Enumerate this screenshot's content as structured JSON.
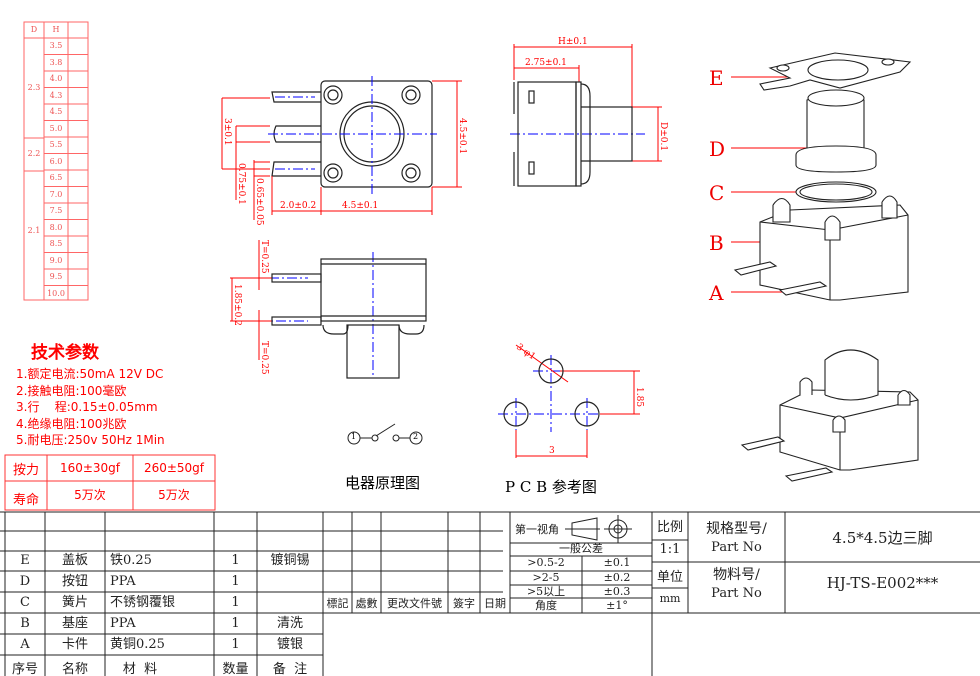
{
  "size_table": {
    "headers": [
      "D",
      "H"
    ],
    "groups": [
      {
        "d": "2.3",
        "h": [
          "3.5",
          "3.8",
          "4.0",
          "4.3",
          "4.5",
          "5.0"
        ]
      },
      {
        "d": "2.2",
        "h": [
          "5.5",
          "6.0"
        ]
      },
      {
        "d": "2.1",
        "h": [
          "6.5",
          "7.0",
          "7.5",
          "8.0",
          "8.5",
          "9.0",
          "9.5",
          "10.0"
        ]
      }
    ]
  },
  "dimensions": {
    "top_pitch": "3±0.1",
    "top_pin1": "0.75±0.1",
    "top_pin2": "0.65±0.05",
    "top_width": "4.5±0.1",
    "top_height": "4.5±0.1",
    "top_pin_len": "2.0±0.2",
    "side_H": "H±0.1",
    "side_275": "2.75±0.1",
    "side_D": "D±0.1",
    "front_t1": "T=0.25",
    "front_t2": "T=0.25",
    "front_pitch": "1.85±0.2",
    "pcb_hole": "3-φ1",
    "pcb_v": "1.85",
    "pcb_h": "3"
  },
  "labels": {
    "circuit": "电器原理图",
    "pcb": "P C B 参考图",
    "circuit_n1": "1",
    "circuit_n2": "2",
    "parts": [
      "E",
      "D",
      "C",
      "B",
      "A"
    ]
  },
  "tech": {
    "title": "技术参数",
    "items": [
      "1.额定电流:50mA 12V DC",
      "2.接触电阻:100毫欧",
      "3.行    程:0.15±0.05mm",
      "4.绝缘电阻:100兆欧",
      "5.耐电压:250v 50Hz 1Min"
    ]
  },
  "force_table": {
    "rows": [
      [
        "按力",
        "160±30gf",
        "260±50gf"
      ],
      [
        "寿命",
        "5万次",
        "5万次"
      ]
    ]
  },
  "bom": {
    "rows": [
      [
        "E",
        "盖板",
        "铁0.25",
        "1",
        "镀铜锡"
      ],
      [
        "D",
        "按钮",
        "PPA",
        "1",
        ""
      ],
      [
        "C",
        "簧片",
        "不锈钢覆银",
        "1",
        ""
      ],
      [
        "B",
        "基座",
        "PPA",
        "1",
        "清洗"
      ],
      [
        "A",
        "卡件",
        "黄铜0.25",
        "1",
        "镀银"
      ]
    ],
    "headers": [
      "序号",
      "名称",
      "材  料",
      "数量",
      "备  注"
    ]
  },
  "revision": {
    "headers": [
      "標記",
      "處數",
      "更改文件號",
      "簽字",
      "日期"
    ]
  },
  "tolerance": {
    "projection": "第一视角",
    "title": "一般公差",
    "rows": [
      [
        ">0.5-2",
        "±0.1"
      ],
      [
        ">2-5",
        "±0.2"
      ],
      [
        ">5以上",
        "±0.3"
      ],
      [
        "角度",
        "±1°"
      ]
    ]
  },
  "title_block": {
    "scale_label": "比例",
    "scale": "1:1",
    "unit_label": "单位",
    "unit": "mm",
    "spec_label": "规格型号/",
    "spec_label_en": "Part No",
    "spec": "4.5*4.5边三脚",
    "material_label": "物料号/",
    "material_label_en": "Part No",
    "material": "HJ-TS-E002***"
  }
}
